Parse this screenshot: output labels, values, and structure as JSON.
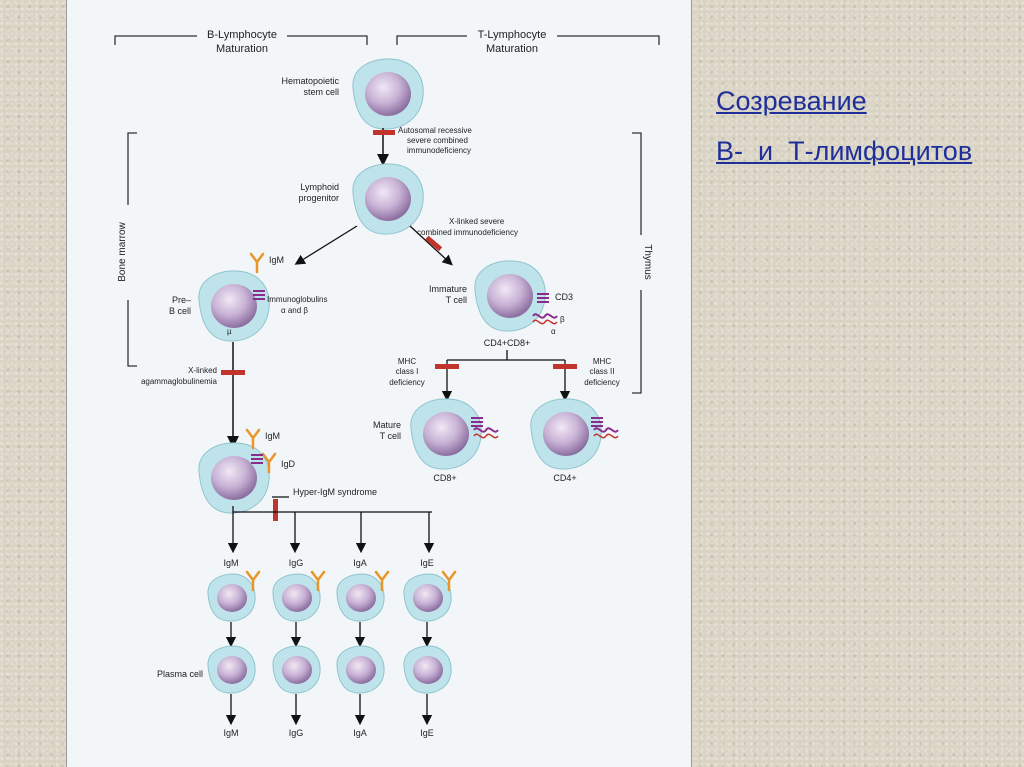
{
  "slide": {
    "title_line1": "Созревание",
    "title_line2": "B-  и  Т-лимфоцитов"
  },
  "figure": {
    "b_header_line1": "B-Lymphocyte",
    "b_header_line2": "Maturation",
    "t_header_line1": "T-Lymphocyte",
    "t_header_line2": "Maturation",
    "stem_label_line1": "Hematopoietic",
    "stem_label_line2": "stem cell",
    "scid_line1": "Autosomal recessive",
    "scid_line2": "severe combined",
    "scid_line3": "immunodeficiency",
    "lymphoid_label_line1": "Lymphoid",
    "lymphoid_label_line2": "progenitor",
    "xscid_line1": "X-linked severe",
    "xscid_line2": "combined immunodeficiency",
    "bone_marrow": "Bone marrow",
    "thymus": "Thymus",
    "preb_label_line1": "Pre–",
    "preb_label_line2": "B cell",
    "preb_igm": "IgM",
    "immunoglobulins_line1": "Immunoglobulins",
    "immunoglobulins_line2": "α and β",
    "mu": "µ",
    "immature_t_line1": "Immature",
    "immature_t_line2": "T cell",
    "cd3": "CD3",
    "alpha": "α",
    "beta": "β",
    "cd4cd8": "CD4+CD8+",
    "xla_line1": "X-linked",
    "xla_line2": "agammaglobulinemia",
    "mhc1_line1": "MHC",
    "mhc1_line2": "class I",
    "mhc1_line3": "deficiency",
    "mhc2_line1": "MHC",
    "mhc2_line2": "class II",
    "mhc2_line3": "deficiency",
    "mature_t_line1": "Mature",
    "mature_t_line2": "T cell",
    "cd8plus": "CD8+",
    "cd4plus": "CD4+",
    "mature_b_igm": "IgM",
    "mature_b_igd": "IgD",
    "hyper_igm": "Hyper-IgM syndrome",
    "isotypes": [
      "IgM",
      "IgG",
      "IgA",
      "IgE"
    ],
    "plasma_cell": "Plasma cell",
    "colors": {
      "cell_halo": "#bfe3ea",
      "cell_nucleus": "#c9b3d6",
      "block_bar": "#c0342b",
      "antibody": "#e8962a",
      "receptor": "#8a2c8c"
    }
  }
}
